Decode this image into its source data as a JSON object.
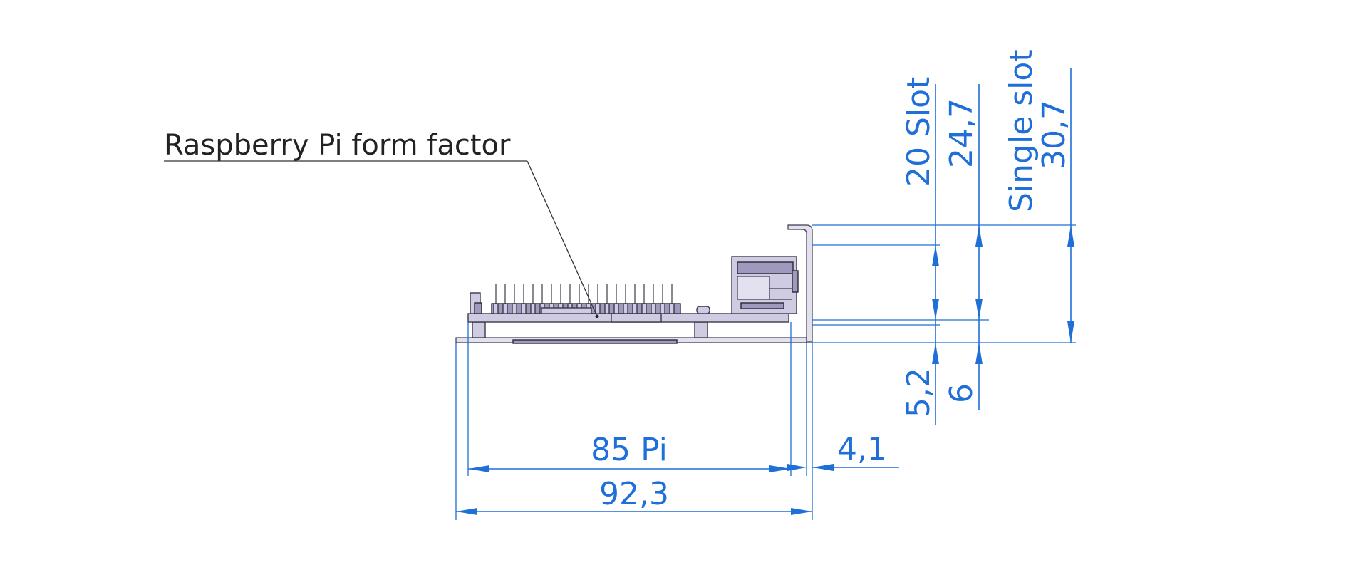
{
  "callout": {
    "label": "Raspberry Pi form factor"
  },
  "dimensions": {
    "width_pi": "85 Pi",
    "width_total": "92,3",
    "bracket_offset": "4,1",
    "height_20slot": "20 Slot",
    "height_24_7": "24,7",
    "height_single_slot": "Single slot",
    "height_30_7": "30,7",
    "height_5_2": "5,2",
    "height_6": "6"
  },
  "colors": {
    "dimension": "#1f6fd8",
    "part_fill": "#cfcbe3",
    "text": "#222222"
  }
}
